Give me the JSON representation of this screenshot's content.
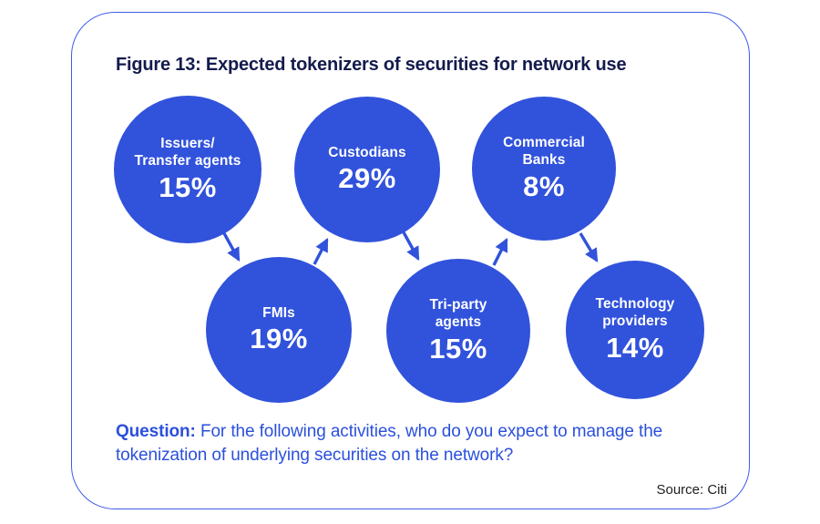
{
  "figure": {
    "title": "Figure 13: Expected tokenizers of securities for network use",
    "question_label": "Question:",
    "question_body": "For the following activities, who do you expect to manage the tokenization of underlying securities on the network?",
    "source": "Source: Citi"
  },
  "bubbles": [
    {
      "id": "issuers-transfer-agents",
      "label": "Issuers/\nTransfer agents",
      "value": "15%"
    },
    {
      "id": "custodians",
      "label": "Custodians",
      "value": "29%"
    },
    {
      "id": "commercial-banks",
      "label": "Commercial\nBanks",
      "value": "8%"
    },
    {
      "id": "fmis",
      "label": "FMIs",
      "value": "19%"
    },
    {
      "id": "tri-party-agents",
      "label": "Tri-party\nagents",
      "value": "15%"
    },
    {
      "id": "technology-providers",
      "label": "Technology\nproviders",
      "value": "14%"
    }
  ],
  "colors": {
    "bubble_blue": "#3152DB",
    "frame_border_blue": "#3D5BE8",
    "title_navy": "#141B4D",
    "question_blue": "#2B50DC",
    "source_black": "#1E1E1E",
    "bubble_text": "#FFFFFF"
  },
  "chart_data": {
    "type": "bubble",
    "title": "Figure 13: Expected tokenizers of securities for network use",
    "categories": [
      "Issuers/Transfer agents",
      "Custodians",
      "Commercial Banks",
      "FMIs",
      "Tri-party agents",
      "Technology providers"
    ],
    "values": [
      15,
      29,
      8,
      19,
      15,
      14
    ],
    "unit": "%",
    "connections": [
      [
        "Issuers/Transfer agents",
        "FMIs"
      ],
      [
        "FMIs",
        "Custodians"
      ],
      [
        "Custodians",
        "Tri-party agents"
      ],
      [
        "Tri-party agents",
        "Commercial Banks"
      ],
      [
        "Commercial Banks",
        "Technology providers"
      ]
    ],
    "annotation": "Question: For the following activities, who do you expect to manage the tokenization of underlying securities on the network?",
    "source": "Source: Citi",
    "layout_hint": "six equal-size circles in two staggered rows (top row centers y=185, bottom row centers y=362) joined by zigzag arrows; legend none; no axes"
  }
}
